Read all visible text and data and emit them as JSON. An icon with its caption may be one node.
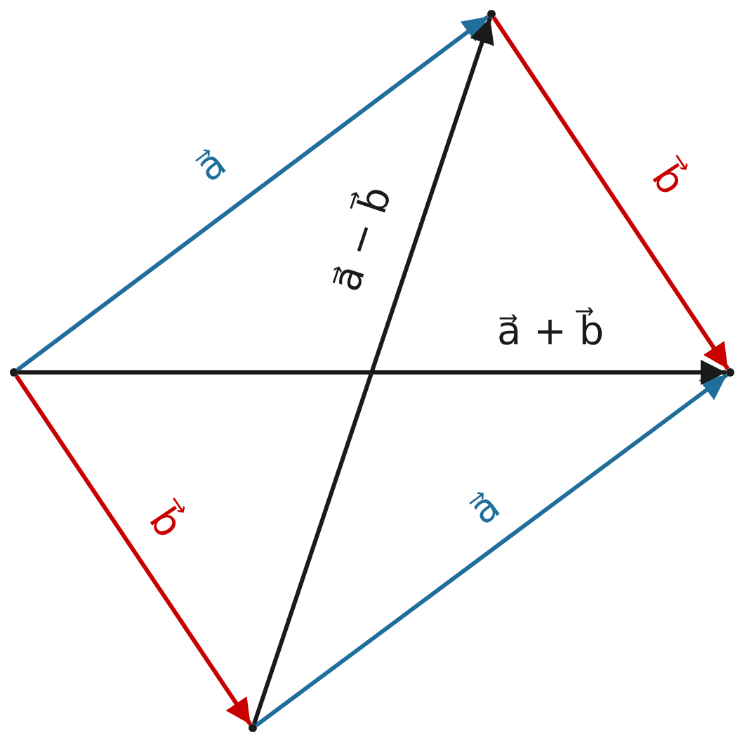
{
  "diagram": {
    "nodes": [
      {
        "text": [],
        "shape": "point"
      },
      {
        "text": [],
        "shape": "point"
      },
      {
        "text": [],
        "shape": "point"
      },
      {
        "text": [],
        "shape": "point"
      }
    ],
    "edges": [
      {
        "from": 0,
        "to": 1,
        "arrow": "to",
        "label": "a⃗",
        "color": "#1f6e9c"
      },
      {
        "from": 1,
        "to": 2,
        "arrow": "to",
        "label": "b⃗",
        "color": "#c80000"
      },
      {
        "from": 0,
        "to": 3,
        "arrow": "to",
        "label": "b⃗",
        "color": "#c80000"
      },
      {
        "from": 3,
        "to": 2,
        "arrow": "to",
        "label": "a⃗",
        "color": "#1f6e9c"
      },
      {
        "from": 0,
        "to": 2,
        "arrow": "to",
        "label": "a⃗ + b⃗",
        "color": "#1a1a1a"
      },
      {
        "from": 3,
        "to": 1,
        "arrow": "to",
        "label": "a⃗ − b⃗",
        "color": "#1a1a1a"
      }
    ]
  }
}
